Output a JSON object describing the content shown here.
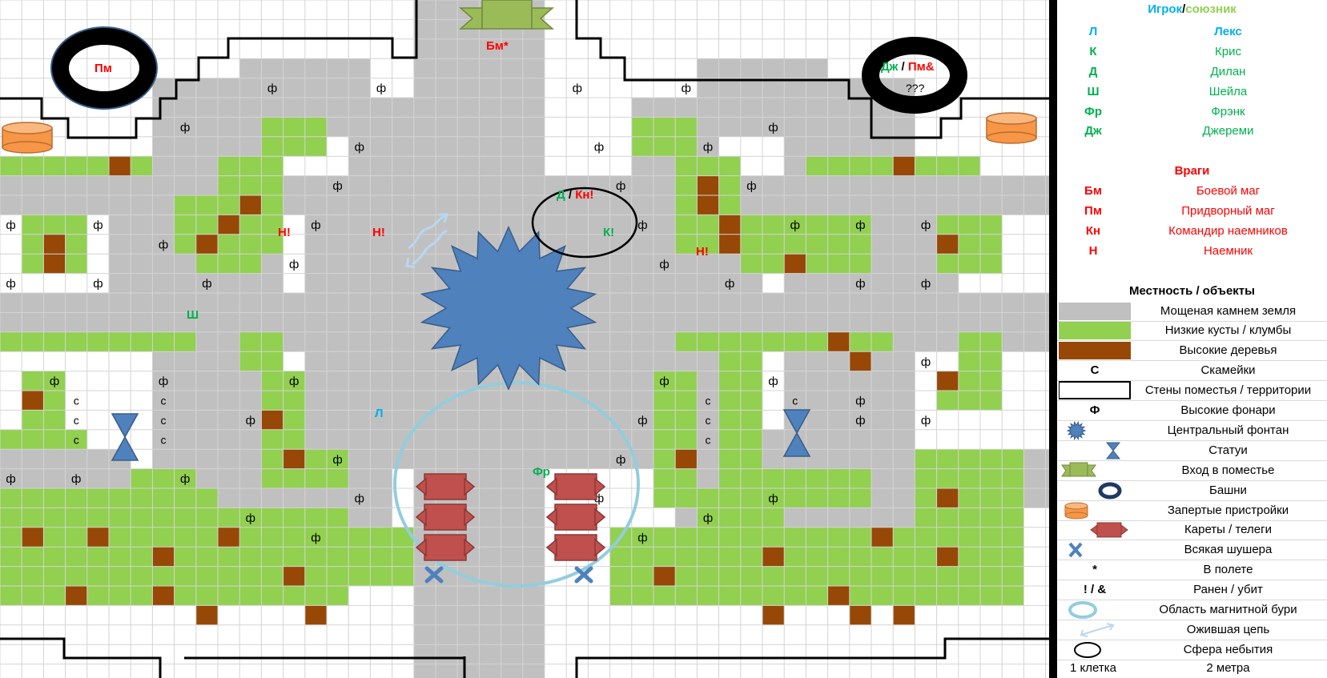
{
  "colors": {
    "stone": "#c0c0c0",
    "bush": "#92d050",
    "tree": "#974806",
    "fountain": "#4f81bd",
    "statue": "#4f81bd",
    "gate": "#9bbb59",
    "annex": "#f79646",
    "cart": "#c0504d",
    "storm": "#93cddd",
    "chain": "#b9d7f0",
    "ally": "#00b050",
    "player": "#00b0f0",
    "enemy": "#ff0000",
    "wall": "#000000"
  },
  "icons": {
    "lamp": "ф",
    "bench": "с"
  },
  "legend": {
    "header_player": "Игрок",
    "header_slash": "/",
    "header_ally": "союзник",
    "characters": [
      {
        "code": "Л",
        "name": "Лекс",
        "role": "player"
      },
      {
        "code": "К",
        "name": "Крис",
        "role": "ally"
      },
      {
        "code": "Д",
        "name": "Дилан",
        "role": "ally"
      },
      {
        "code": "Ш",
        "name": "Шейла",
        "role": "ally"
      },
      {
        "code": "Фр",
        "name": "Фрэнк",
        "role": "ally"
      },
      {
        "code": "Дж",
        "name": "Джереми",
        "role": "ally"
      }
    ],
    "enemies_header": "Враги",
    "enemies": [
      {
        "code": "Бм",
        "name": "Боевой маг"
      },
      {
        "code": "Пм",
        "name": "Придворный маг"
      },
      {
        "code": "Кн",
        "name": "Командир наемников"
      },
      {
        "code": "Н",
        "name": "Наемник"
      }
    ],
    "terrain_header": "Местность / объекты",
    "terrain": [
      {
        "symbol": "stone-swatch",
        "name": "Мощеная камнем земля"
      },
      {
        "symbol": "bush-swatch",
        "name": "Низкие кусты / клумбы"
      },
      {
        "symbol": "tree-swatch",
        "name": "Высокие деревья"
      },
      {
        "symbol": "bench-text",
        "text": "С",
        "name": "Скамейки"
      },
      {
        "symbol": "wall-swatch",
        "name": "Стены поместья / территории"
      },
      {
        "symbol": "lamp-text",
        "text": "Ф",
        "name": "Высокие фонари"
      },
      {
        "symbol": "fountain-icon",
        "name": "Центральный фонтан"
      },
      {
        "symbol": "statue-icon",
        "name": "Статуи"
      },
      {
        "symbol": "gate-icon",
        "name": "Вход в поместье"
      },
      {
        "symbol": "tower-icon",
        "name": "Башни"
      },
      {
        "symbol": "annex-icon",
        "name": "Запертые пристройки"
      },
      {
        "symbol": "cart-icon",
        "name": "Кареты / телеги"
      },
      {
        "symbol": "debris-icon",
        "name": "Всякая шушера"
      },
      {
        "symbol": "asterisk-text",
        "text": "*",
        "name": "В полете"
      },
      {
        "symbol": "wound-text",
        "text": "! / &",
        "name": "Ранен / убит"
      },
      {
        "symbol": "storm-icon",
        "name": "Область магнитной бури"
      },
      {
        "symbol": "chain-icon",
        "name": "Ожившая цепь"
      },
      {
        "symbol": "sphere-icon",
        "name": "Сфера небытия"
      }
    ],
    "scale_cell": "1 клетка",
    "scale_value": "2 метра"
  },
  "map": {
    "tokens": {
      "bm": {
        "code": "Бм",
        "mark": "*"
      },
      "pm_tower": {
        "code": "Пм"
      },
      "tower_right": {
        "a": "Дж",
        "slash": "/",
        "b": "Пм&",
        "unknown": "???"
      },
      "sphere_right": {
        "a": "Д",
        "slash": "/",
        "b": "Кн!"
      },
      "kris": {
        "code": "К!"
      },
      "merc1": {
        "code": "Н!"
      },
      "merc2": {
        "code": "Н!"
      },
      "merc3": {
        "code": "Н!"
      },
      "sheila": {
        "code": "Ш"
      },
      "lex": {
        "code": "Л"
      },
      "frank": {
        "code": "Фр"
      }
    }
  }
}
